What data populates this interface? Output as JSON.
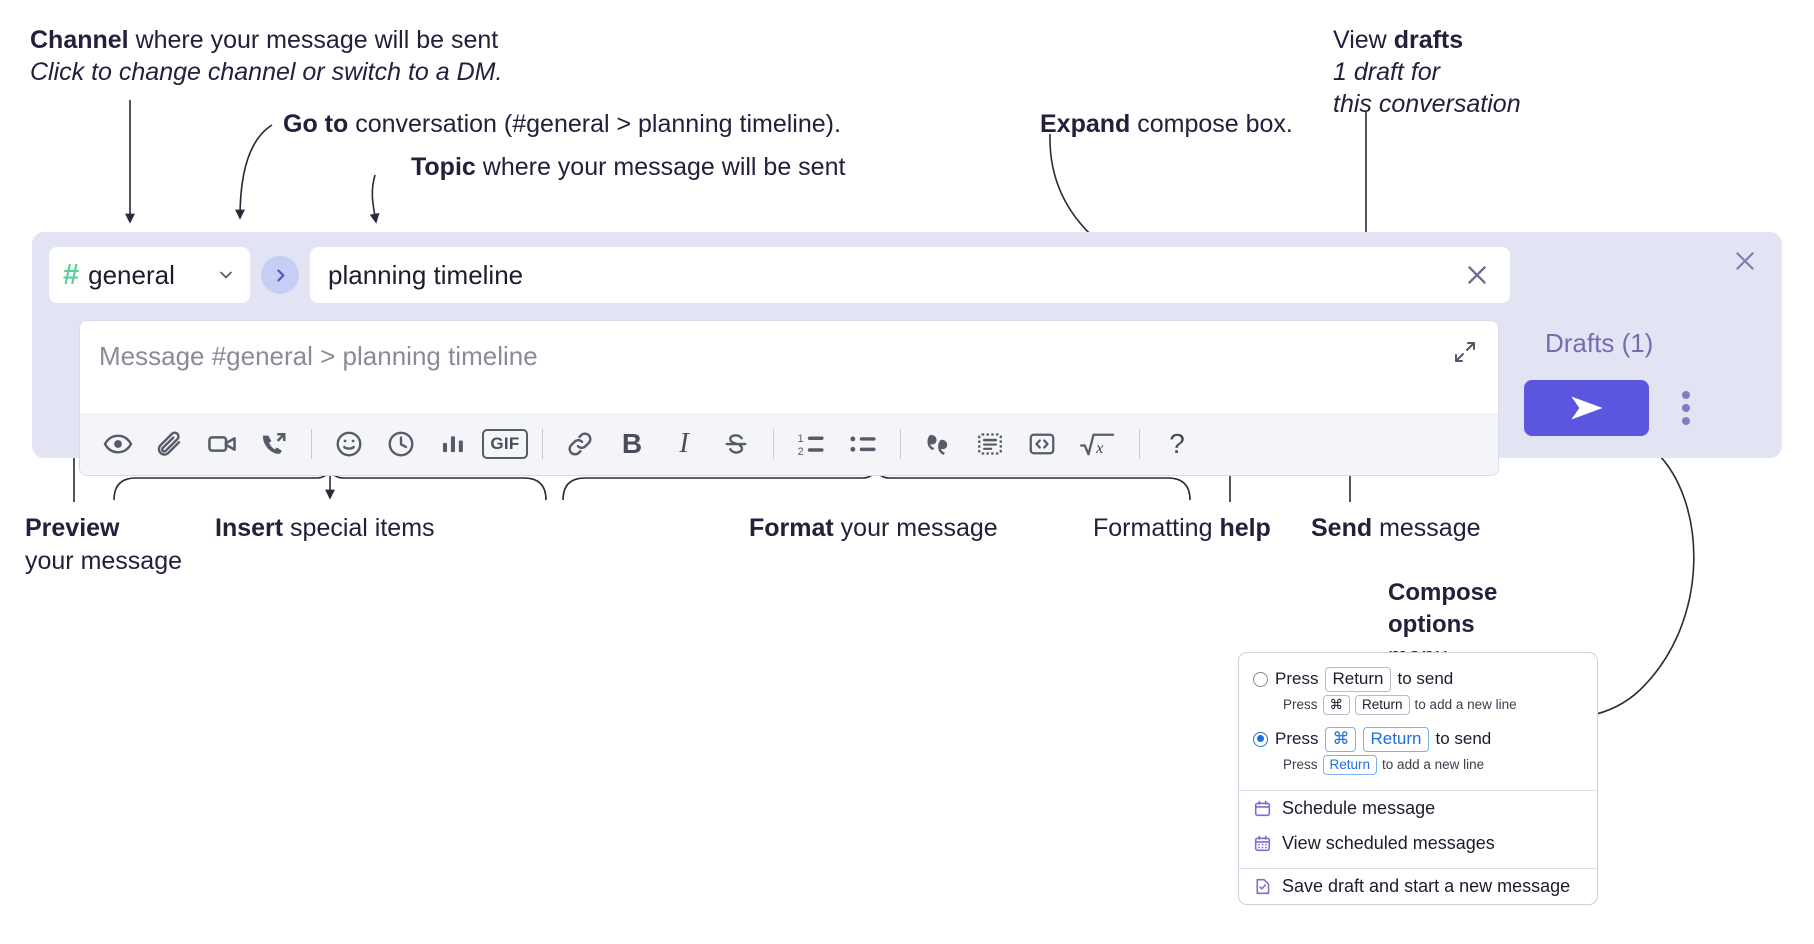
{
  "annotations": {
    "channel": {
      "bold": "Channel",
      "rest": " where your message will be sent",
      "sub": "Click to change channel or switch to a DM."
    },
    "goto": {
      "bold": "Go to",
      "rest": " conversation (#general > planning timeline)."
    },
    "topic": {
      "bold": "Topic",
      "rest": " where your message will be sent"
    },
    "expand": {
      "bold": "Expand",
      "rest": " compose box."
    },
    "drafts": {
      "pre": "View ",
      "bold": "drafts",
      "sub1": "1 draft for",
      "sub2": "this conversation"
    },
    "preview": {
      "bold": "Preview",
      "sub": "your message"
    },
    "insert": {
      "bold": "Insert",
      "rest": " special items"
    },
    "format": {
      "bold": "Format",
      "rest": " your message"
    },
    "help": {
      "pre": "Formatting ",
      "bold": "help"
    },
    "send": {
      "bold": "Send",
      "rest": " message"
    },
    "compose_options": {
      "bold1": "Compose",
      "bold2": "options",
      "rest": "menu"
    }
  },
  "compose": {
    "channel": {
      "hash": "#",
      "name": "general",
      "chevron": "chevron-down-icon"
    },
    "goto_button": "goto-conversation-icon",
    "topic": {
      "value": "planning timeline",
      "clear": "close-icon"
    },
    "message": {
      "placeholder": "Message #general > planning timeline",
      "expand": "expand-icon"
    },
    "close": "close-icon",
    "drafts_label": "Drafts (1)",
    "send_label": "send-icon",
    "kebab_label": "compose-options-icon",
    "toolbar": [
      {
        "name": "preview-icon",
        "kind": "icon",
        "label": "eye"
      },
      {
        "name": "attachment-icon",
        "kind": "icon",
        "label": "paperclip"
      },
      {
        "name": "video-clip-icon",
        "kind": "icon",
        "label": "video-camera"
      },
      {
        "name": "audio-clip-icon",
        "kind": "icon",
        "label": "phone-forward"
      },
      {
        "name": "separator",
        "kind": "sep",
        "label": ""
      },
      {
        "name": "emoji-icon",
        "kind": "icon",
        "label": "smiley"
      },
      {
        "name": "reminder-icon",
        "kind": "icon",
        "label": "clock"
      },
      {
        "name": "poll-icon",
        "kind": "icon",
        "label": "bar-chart"
      },
      {
        "name": "gif-icon",
        "kind": "gif",
        "label": "GIF"
      },
      {
        "name": "separator",
        "kind": "sep",
        "label": ""
      },
      {
        "name": "link-icon",
        "kind": "icon",
        "label": "link"
      },
      {
        "name": "bold-icon",
        "kind": "text",
        "label": "B"
      },
      {
        "name": "italic-icon",
        "kind": "text",
        "label": "I"
      },
      {
        "name": "strikethrough-icon",
        "kind": "icon",
        "label": "strikethrough"
      },
      {
        "name": "separator",
        "kind": "sep",
        "label": ""
      },
      {
        "name": "ordered-list-icon",
        "kind": "icon",
        "label": "ordered-list"
      },
      {
        "name": "bulleted-list-icon",
        "kind": "icon",
        "label": "bulleted-list"
      },
      {
        "name": "separator",
        "kind": "sep",
        "label": ""
      },
      {
        "name": "blockquote-icon",
        "kind": "icon",
        "label": "quote"
      },
      {
        "name": "code-icon",
        "kind": "icon",
        "label": "code"
      },
      {
        "name": "code-block-icon",
        "kind": "icon",
        "label": "code-block"
      },
      {
        "name": "math-icon",
        "kind": "icon",
        "label": "sqrt-x"
      },
      {
        "name": "separator",
        "kind": "sep",
        "label": ""
      },
      {
        "name": "formatting-help-icon",
        "kind": "text",
        "label": "?"
      }
    ]
  },
  "dropdown": {
    "options": [
      {
        "selected": false,
        "line1": {
          "pre": "Press ",
          "key": "Return",
          "post": " to send"
        },
        "line2": {
          "pre": "Press ",
          "key1": "⌘",
          "key2": "Return",
          "post": " to add a new line"
        }
      },
      {
        "selected": true,
        "line1": {
          "pre": "Press ",
          "key1": "⌘",
          "key2": "Return",
          "post": " to send"
        },
        "line2": {
          "pre": "Press ",
          "key": "Return",
          "post": " to add a new line"
        }
      }
    ],
    "items": [
      {
        "icon": "calendar-icon",
        "label": "Schedule message"
      },
      {
        "icon": "calendar-grid-icon",
        "label": "View scheduled messages"
      },
      {
        "icon": "save-draft-icon",
        "label": "Save draft and start a new message"
      }
    ]
  },
  "colors": {
    "panel_bg": "#e3e4f3",
    "accent_purple": "#5b55e0",
    "hash_green": "#5bcf9b",
    "goto_bg": "#c7cdf4",
    "drafts_text": "#6f6fb0",
    "radio_blue": "#1e6fe0"
  }
}
